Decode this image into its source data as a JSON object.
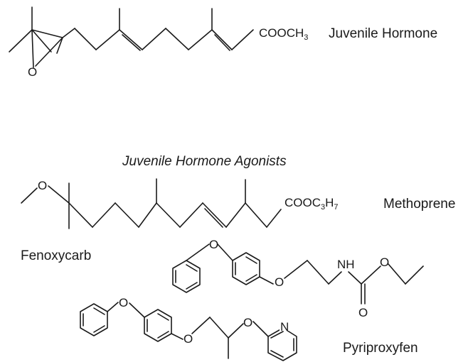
{
  "juvenile_hormone": {
    "name": "Juvenile Hormone",
    "ester_main": "COOCH",
    "ester_sub": "3",
    "epoxide_oxygen": "O"
  },
  "section_heading": "Juvenile Hormone Agonists",
  "methoprene": {
    "name": "Methoprene",
    "ether_oxygen": "O",
    "ester_main": "COOC",
    "ester_sub1": "3",
    "ester_h": "H",
    "ester_sub2": "7"
  },
  "fenoxycarb": {
    "name": "Fenoxycarb",
    "ether_oxygen_1": "O",
    "ether_oxygen_2": "O",
    "amine": "NH",
    "carbamate_oxygen": "O",
    "carbonyl_oxygen": "O"
  },
  "pyriproxyfen": {
    "name": "Pyriproxyfen",
    "ether_oxygen_1": "O",
    "ether_oxygen_2": "O",
    "ether_oxygen_3": "O",
    "pyridine_nitrogen": "N"
  }
}
